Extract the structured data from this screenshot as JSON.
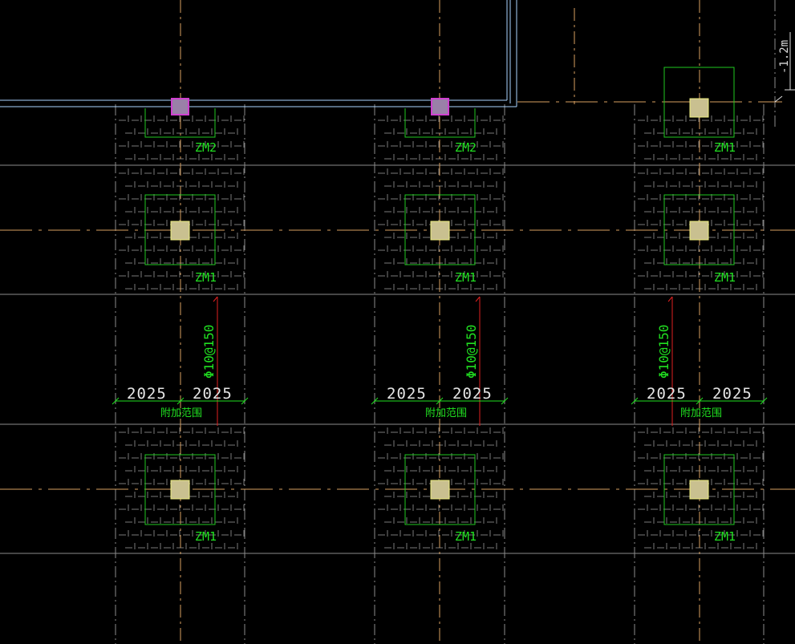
{
  "drawing": {
    "level_tag": "-1.2m",
    "labels": {
      "top_left": "ZM2",
      "top_middle": "ZM2",
      "top_right": "ZM1",
      "row2": [
        "ZM1",
        "ZM1",
        "ZM1"
      ],
      "row4": [
        "ZM1",
        "ZM1",
        "ZM1"
      ]
    },
    "dimensions": {
      "left_half": "2025",
      "right_half": "2025",
      "range_text": "附加范围",
      "rebar_text": "Φ10@150"
    },
    "colors": {
      "background": "#000000",
      "grid_gray": "#8c8c8c",
      "axis_orange": "#d8a060",
      "pile_green": "#21c821",
      "dim_green": "#21e021",
      "column_fill": "#c9c090",
      "column_edge": "#f0f080",
      "wall_blue": "#aad4ff",
      "wall_magenta": "#d040d0",
      "rebar_red": "#e02020",
      "hatch_gray": "#7a7a7a"
    }
  }
}
